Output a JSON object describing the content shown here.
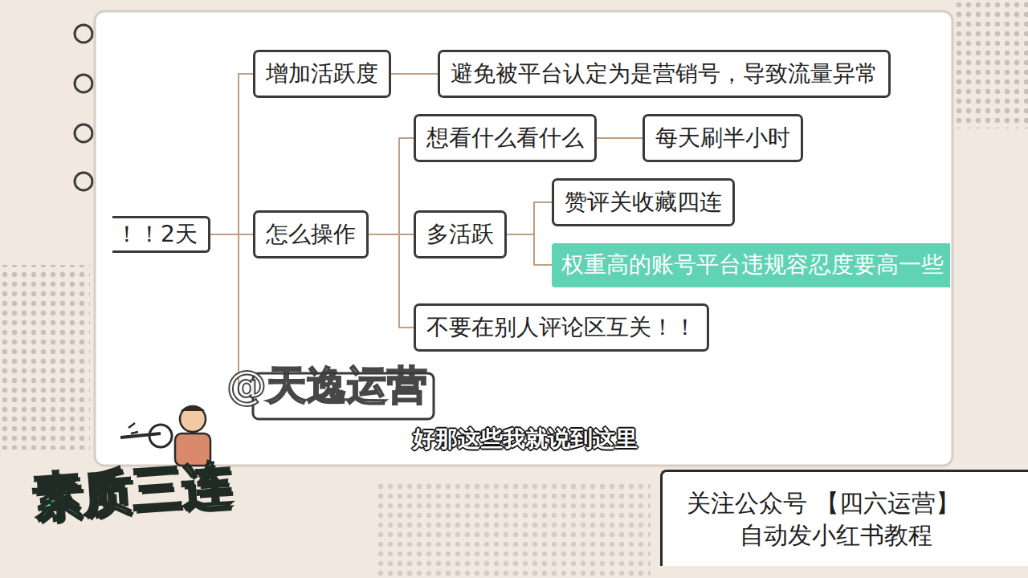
{
  "diagram": {
    "nodes": [
      {
        "text": [
          "！！2天"
        ]
      },
      {
        "text": [
          "增加活跃度"
        ]
      },
      {
        "text": [
          "避免被平台认定为是营销号，导致流量异常"
        ]
      },
      {
        "text": [
          "怎么操作"
        ]
      },
      {
        "text": [
          "想看什么看什么"
        ]
      },
      {
        "text": [
          "每天刷半小时"
        ]
      },
      {
        "text": [
          "多活跃"
        ]
      },
      {
        "text": [
          "赞评关收藏四连"
        ]
      },
      {
        "text": [
          "权重高的账号平台违规容忍度要高一些"
        ]
      },
      {
        "text": [
          "不要在别人评论区互关！！"
        ]
      },
      {
        "text": [
          "关注公众号 【四六运营】",
          "自动发小红书教程"
        ]
      }
    ],
    "edges": [
      {
        "from": 0,
        "to": 1,
        "arrow": "none"
      },
      {
        "from": 1,
        "to": 2,
        "arrow": "none"
      },
      {
        "from": 0,
        "to": 3,
        "arrow": "none"
      },
      {
        "from": 3,
        "to": 4,
        "arrow": "none"
      },
      {
        "from": 4,
        "to": 5,
        "arrow": "none"
      },
      {
        "from": 3,
        "to": 6,
        "arrow": "none"
      },
      {
        "from": 6,
        "to": 7,
        "arrow": "none"
      },
      {
        "from": 6,
        "to": 8,
        "arrow": "none"
      },
      {
        "from": 3,
        "to": 9,
        "arrow": "none"
      }
    ],
    "labels": [
      "@天逸运营",
      "好那这些我就说到这里",
      "素质三连"
    ]
  }
}
